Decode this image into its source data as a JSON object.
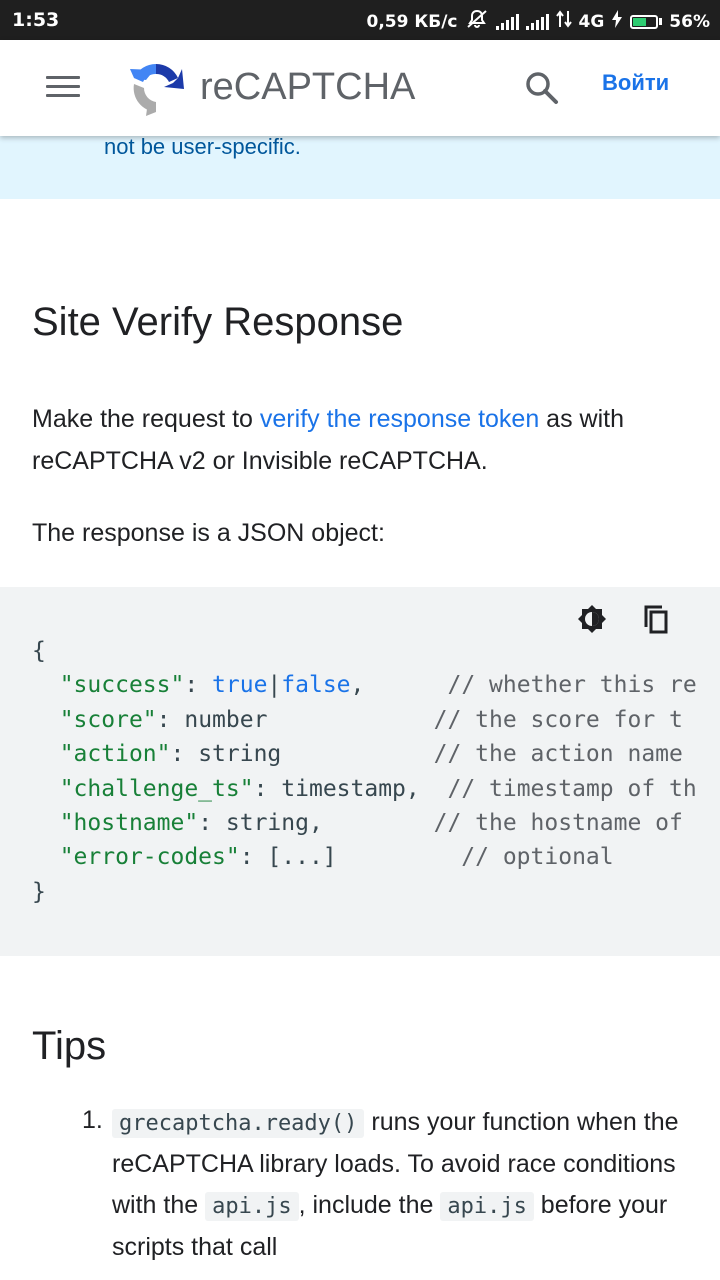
{
  "status_bar": {
    "time": "1:53",
    "speed": "0,59 КБ/с",
    "network": "4G",
    "battery": "56%",
    "battery_level": 0.56
  },
  "app_bar": {
    "brand": "reCAPTCHA",
    "signin_label": "Войти",
    "colors": {
      "link": "#1a73e8",
      "logo_blue": "#4285f4",
      "logo_gray": "#a6a6a6"
    }
  },
  "note": {
    "text": "not be user-specific."
  },
  "section": {
    "title": "Site Verify Response",
    "intro_before": "Make the request to ",
    "intro_link": "verify the response token",
    "intro_after": " as with reCAPTCHA v2 or Invisible reCAPTCHA.",
    "json_intro": "The response is a JSON object:"
  },
  "code": {
    "open_brace": "{",
    "close_brace": "}",
    "lines": [
      {
        "key": "\"success\"",
        "sep": ": ",
        "kw1": "true",
        "pipe": "|",
        "kw2": "false",
        "tail": ",",
        "pad": "      ",
        "comment": "// whether this re"
      },
      {
        "key": "\"score\"",
        "sep": ": ",
        "value": "number",
        "pad": "            ",
        "comment": "// the score for t"
      },
      {
        "key": "\"action\"",
        "sep": ": ",
        "value": "string",
        "pad": "           ",
        "comment": "// the action name"
      },
      {
        "key": "\"challenge_ts\"",
        "sep": ": ",
        "value": "timestamp,",
        "pad": "  ",
        "comment": "// timestamp of th"
      },
      {
        "key": "\"hostname\"",
        "sep": ": ",
        "value": "string,",
        "pad": "        ",
        "comment": "// the hostname of"
      },
      {
        "key": "\"error-codes\"",
        "sep": ": ",
        "value": "[...]",
        "pad": "         ",
        "comment": "// optional"
      }
    ]
  },
  "tips": {
    "title": "Tips",
    "item1": {
      "number": "1.",
      "code1": "grecaptcha.ready()",
      "text1": " runs your function when the reCAPTCHA library loads. To avoid race conditions with the ",
      "code2": "api.js",
      "text2": ", include the ",
      "code3": "api.js",
      "text3": " before your scripts that call"
    }
  }
}
